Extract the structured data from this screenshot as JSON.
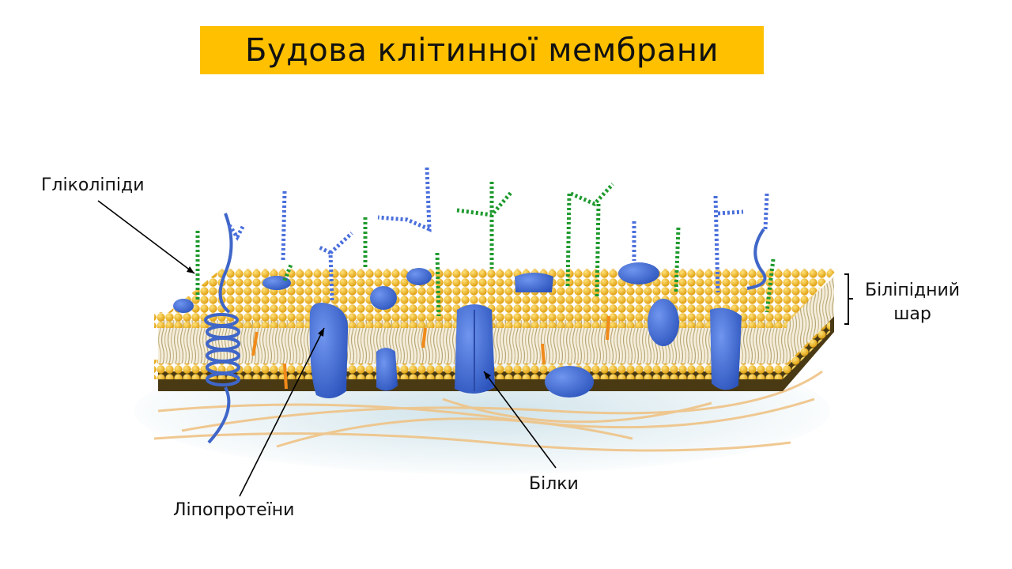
{
  "slide": {
    "title": "Будова клітинної мембрани"
  },
  "labels": {
    "glycolipids": "Гліколіпіди",
    "lipoproteins": "Ліпопротеїни",
    "proteins": "Білки",
    "bilayer_line1": "Біліпідний",
    "bilayer_line2": "шар"
  },
  "colors": {
    "title_bg": "#ffc000",
    "lipid_head": "#f2b418",
    "protein": "#3f6fd8",
    "glyco_green": "#1f9a2e",
    "glyco_blue": "#4a6fdc",
    "fiber": "#f0c488"
  }
}
